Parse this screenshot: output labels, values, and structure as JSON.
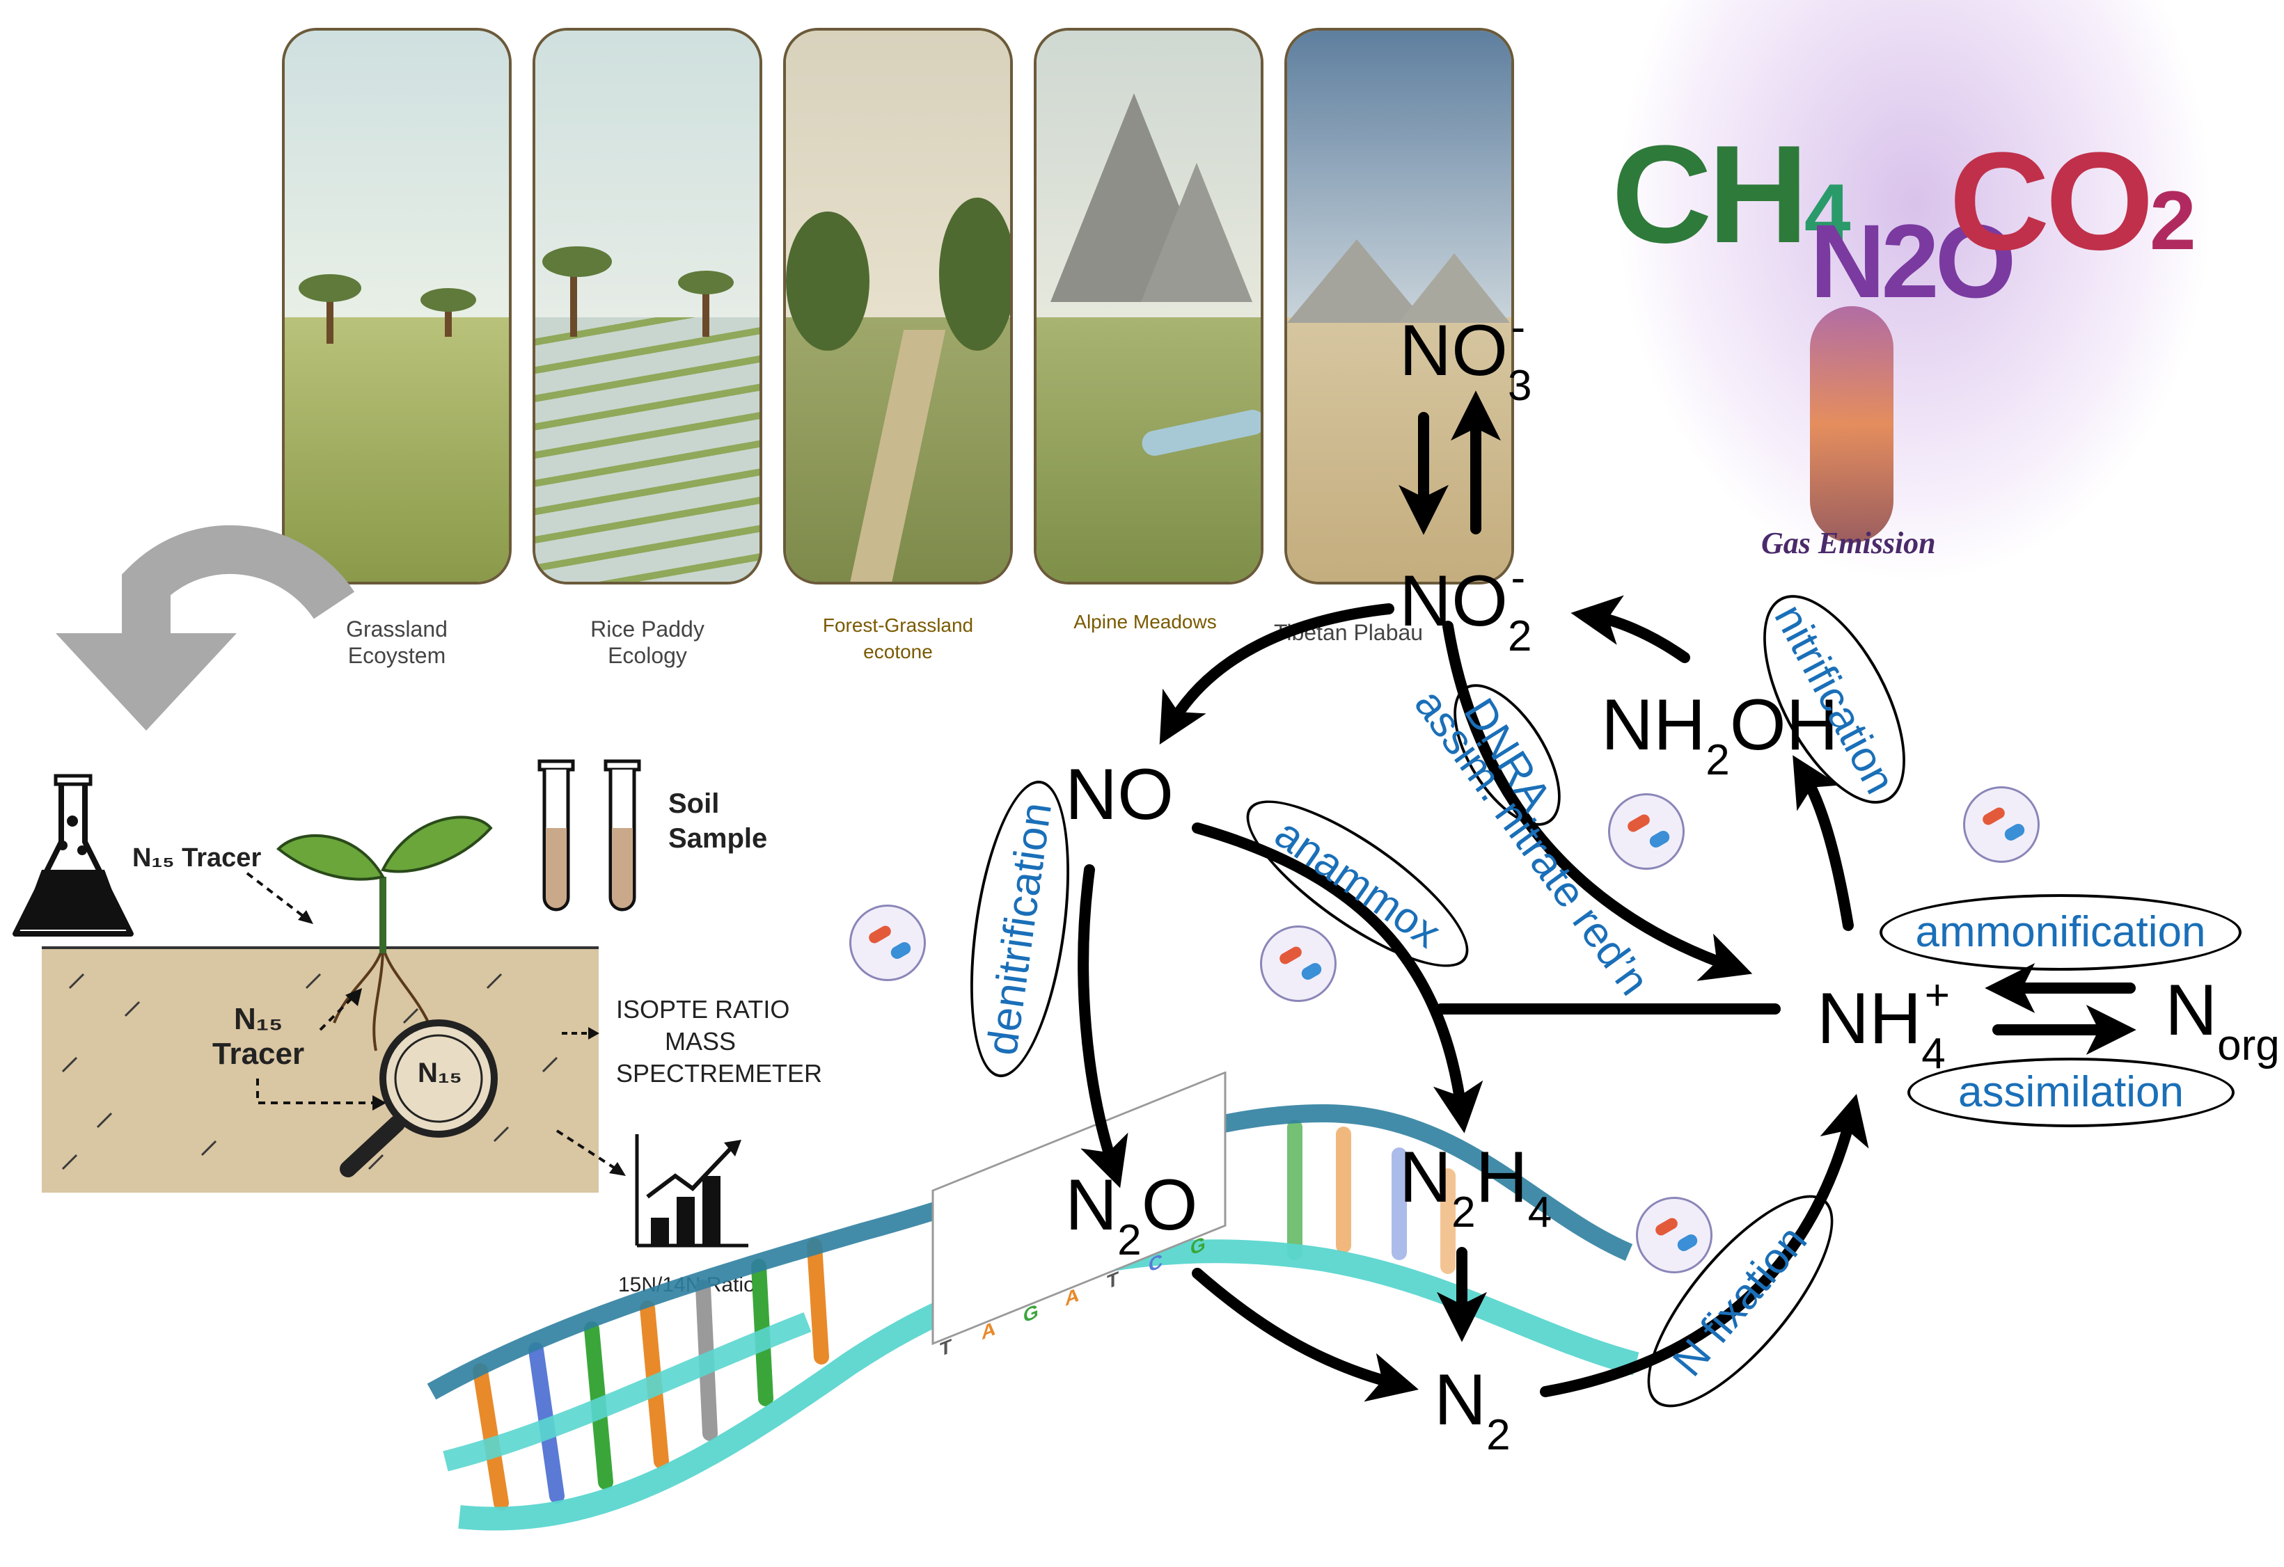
{
  "ecosystems": [
    {
      "caption_line1": "Grassland",
      "caption_line2": "Ecoystem",
      "color": "#444444"
    },
    {
      "caption_line1": "Rice Paddy",
      "caption_line2": "Ecology",
      "color": "#444444"
    },
    {
      "caption_line1": "Forest-Grassland",
      "caption_line2": "ecotone",
      "color": "#7a5a00"
    },
    {
      "caption_line1": "Alpine Meadows",
      "caption_line2": "",
      "color": "#7a5a00"
    },
    {
      "caption_line1": "Tibetan Plabau",
      "caption_line2": "",
      "color": "#444444"
    }
  ],
  "gas_emission": {
    "ch4_main": "CH",
    "ch4_sub": "4",
    "n2o": "N2O",
    "co2_main": "CO",
    "co2_sub": "2",
    "caption": "Gas Emission",
    "colors": {
      "ch4": "#2e7a3a",
      "n2o": "#7a3aa0",
      "co2": "#c0304a"
    }
  },
  "lab": {
    "tracer_label": "N₁₅ Tracer",
    "soil_tracer_line1": "N₁₅",
    "soil_tracer_line2": "Tracer",
    "magnifier_label": "N₁₅",
    "soil_sample_line1": "Soil",
    "soil_sample_line2": "Sample",
    "irms_line1": "ISOPTE RATIO",
    "irms_line2": "MASS",
    "irms_line3": "SPECTREMETER",
    "ratio_label": "15N/14N Ratio"
  },
  "species": {
    "no3": {
      "main": "NO",
      "sub": "3",
      "sup": "-"
    },
    "no2": {
      "main": "NO",
      "sub": "2",
      "sup": "-"
    },
    "no": {
      "main": "NO"
    },
    "nh2oh": {
      "main1": "NH",
      "sub": "2",
      "main2": "OH"
    },
    "nh4": {
      "main": "NH",
      "sub": "4",
      "sup": "+"
    },
    "norg": {
      "main": "N",
      "sub": "org"
    },
    "n2o": {
      "main1": "N",
      "sub": "2",
      "main2": "O"
    },
    "n2h4": {
      "main1": "N",
      "sub1": "2",
      "main2": "H",
      "sub2": "4"
    },
    "n2": {
      "main": "N",
      "sub": "2"
    }
  },
  "processes": {
    "nitrification": "nitrification",
    "dnra": "DNRA",
    "assim_nitrate": "assim. nitrate red’n",
    "denitrification": "denitrification",
    "anammox": "anammox",
    "ammonification": "ammonification",
    "assimilation": "assimilation",
    "n_fixation": "N fixation"
  },
  "dna": {
    "bases": [
      "T",
      "A",
      "G",
      "A",
      "T",
      "C",
      "G"
    ],
    "colors": {
      "A": "#e88a2a",
      "T": "#9a9a9a",
      "G": "#3aa63a",
      "C": "#5a7ad6",
      "backbone": "#5ad6cf",
      "backbone2": "#2f7fa0"
    }
  }
}
